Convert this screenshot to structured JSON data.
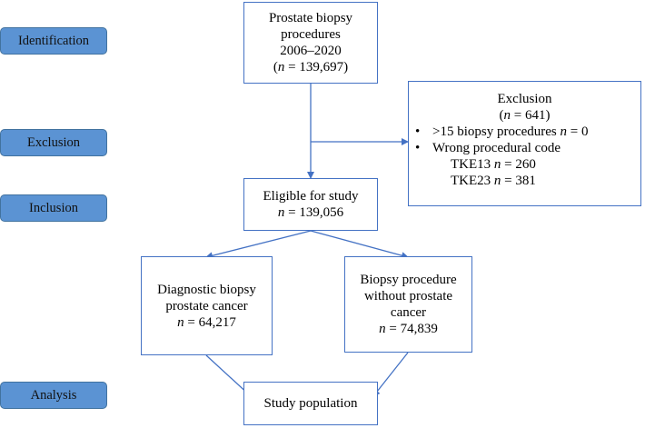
{
  "stages": {
    "identification": "Identification",
    "exclusion": "Exclusion",
    "inclusion": "Inclusion",
    "analysis": "Analysis"
  },
  "boxes": {
    "biopsy": {
      "line1": "Prostate biopsy",
      "line2": "procedures",
      "line3": "2006–2020",
      "open": "(",
      "n": "n",
      "rest": " = 139,697)"
    },
    "exclusion": {
      "title": "Exclusion",
      "count_open": "(",
      "count_n": "n",
      "count_rest": " = 641)",
      "item1_text": ">15 biopsy procedures ",
      "item1_n": "n",
      "item1_rest": " = 0",
      "item2_text": "Wrong procedural code",
      "sub1_text": "TKE13 ",
      "sub1_n": "n",
      "sub1_rest": " = 260",
      "sub2_text": "TKE23 ",
      "sub2_n": "n",
      "sub2_rest": " = 381"
    },
    "eligible": {
      "line1": "Eligible for study",
      "n": "n",
      "rest": " = 139,056"
    },
    "diagnostic": {
      "line1": "Diagnostic biopsy",
      "line2": "prostate cancer",
      "n": "n",
      "rest": " = 64,217"
    },
    "without": {
      "line1": "Biopsy procedure",
      "line2": "without prostate",
      "line3": "cancer",
      "n": "n",
      "rest": " = 74,839"
    },
    "study": {
      "line1": "Study population"
    }
  },
  "colors": {
    "stage_fill": "#5b93d3",
    "box_border": "#4472c4",
    "arrow": "#4472c4"
  }
}
